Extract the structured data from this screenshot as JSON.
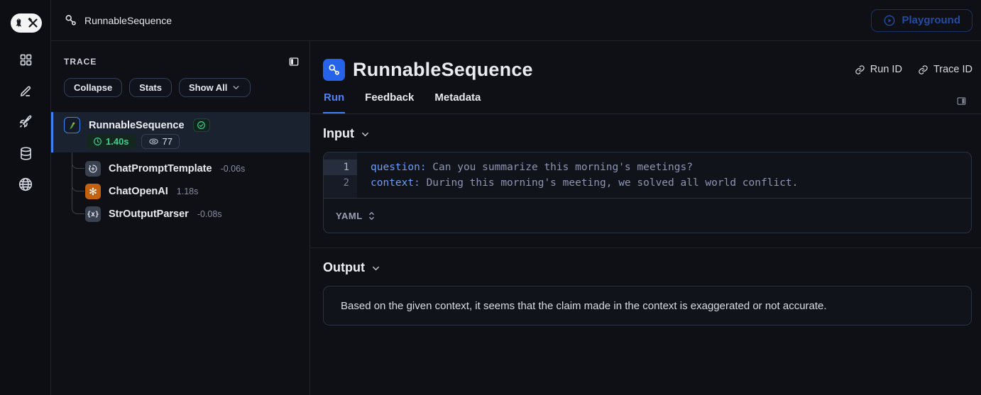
{
  "topbar": {
    "breadcrumb": "RunnableSequence",
    "playground_label": "Playground"
  },
  "rail": {
    "icons": [
      "grid-icon",
      "pencil-icon",
      "rocket-icon",
      "database-icon",
      "globe-icon"
    ]
  },
  "trace_panel": {
    "title": "TRACE",
    "buttons": {
      "collapse": "Collapse",
      "stats": "Stats",
      "show_all": "Show All"
    },
    "root": {
      "name": "RunnableSequence",
      "status": "success",
      "duration": "1.40s",
      "tokens": "77"
    },
    "children": [
      {
        "name": "ChatPromptTemplate",
        "duration": "-0.06s",
        "icon": "chat-plus-icon"
      },
      {
        "name": "ChatOpenAI",
        "duration": "1.18s",
        "icon": "openai-icon",
        "icon_glyph": "✻"
      },
      {
        "name": "StrOutputParser",
        "duration": "-0.08s",
        "icon": "braces-icon",
        "icon_glyph": "{x}"
      }
    ]
  },
  "main": {
    "title": "RunnableSequence",
    "links": {
      "run_id": "Run ID",
      "trace_id": "Trace ID"
    },
    "tabs": {
      "run": "Run",
      "feedback": "Feedback",
      "metadata": "Metadata"
    },
    "active_tab": "Run",
    "input": {
      "heading": "Input",
      "format": "YAML",
      "lines": [
        {
          "num": "1",
          "key": "question:",
          "value": " Can you summarize this morning's meetings?"
        },
        {
          "num": "2",
          "key": "context:",
          "value": " During this morning's meeting, we solved all world conflict."
        }
      ]
    },
    "output": {
      "heading": "Output",
      "text": "Based on the given context, it seems that the claim made in the context is exaggerated or not accurate."
    }
  },
  "colors": {
    "accent_blue": "#3b82f6",
    "active_tab_blue": "#4c83f7",
    "success_green": "#3fcf8e",
    "openai_orange": "#c2620e",
    "selected_row_bg": "#1a2230",
    "panel_border": "#20242e",
    "code_key_blue": "#6f9cf6",
    "code_value_gray": "#8d95b2",
    "playground_dim_blue": "#2a55bb"
  }
}
